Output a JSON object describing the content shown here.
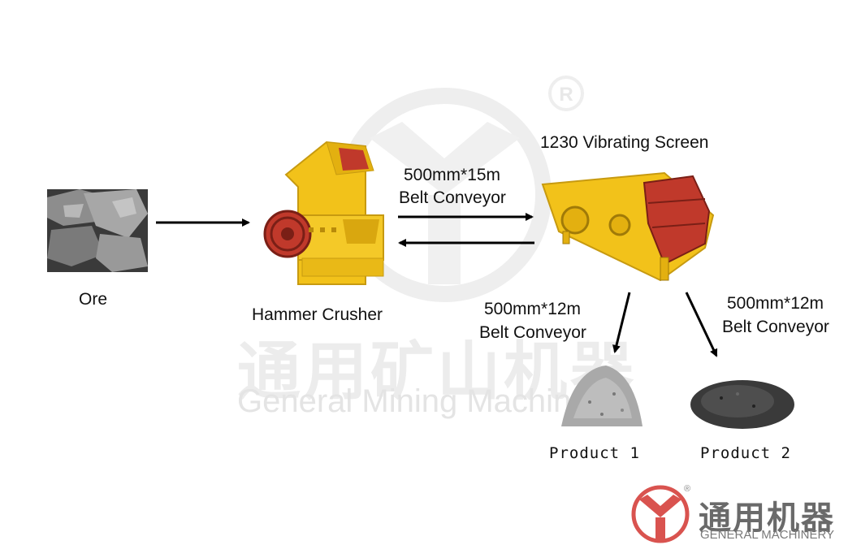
{
  "watermark": {
    "cn": "通用矿山机器",
    "en": "General Mining Machinery"
  },
  "nodes": {
    "ore": "Ore",
    "crusher": "Hammer Crusher",
    "screen": "1230 Vibrating Screen",
    "product1": "Product 1",
    "product2": "Product 2"
  },
  "conveyors": {
    "main": {
      "size": "500mm*15m",
      "type": "Belt Conveyor"
    },
    "out1": {
      "size": "500mm*12m",
      "type": "Belt Conveyor"
    },
    "out2": {
      "size": "500mm*12m",
      "type": "Belt Conveyor"
    }
  },
  "logo": {
    "cn": "通用机器",
    "en": "GENERAL MACHINERY",
    "registered": "®"
  },
  "colors": {
    "machine_yellow": "#f2c21a",
    "machine_red": "#c0392b",
    "arrow": "#000000",
    "logo_red": "#d9534f"
  }
}
